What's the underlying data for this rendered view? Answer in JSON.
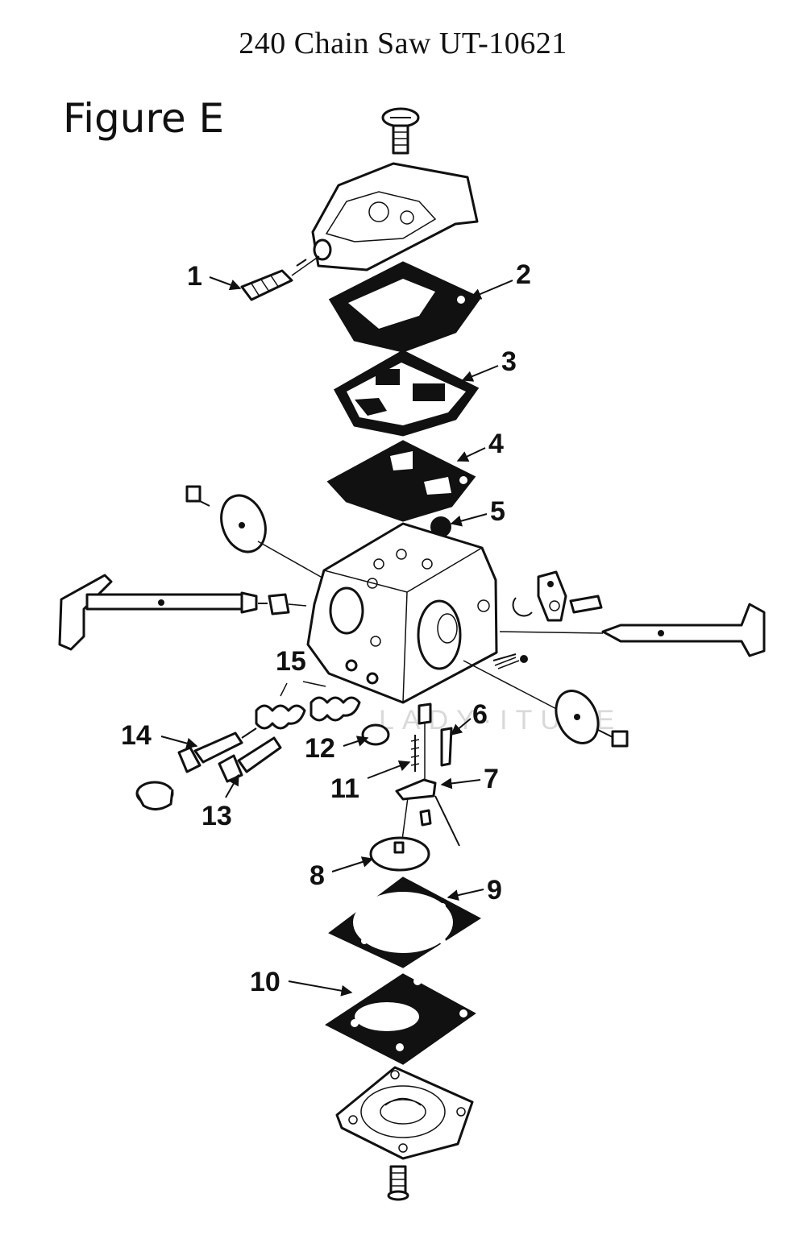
{
  "page": {
    "title": "240 Chain Saw UT-10621",
    "figure_label": "Figure E"
  },
  "callouts": [
    "1",
    "2",
    "3",
    "4",
    "5",
    "6",
    "7",
    "8",
    "9",
    "10",
    "11",
    "12",
    "13",
    "14",
    "15"
  ]
}
